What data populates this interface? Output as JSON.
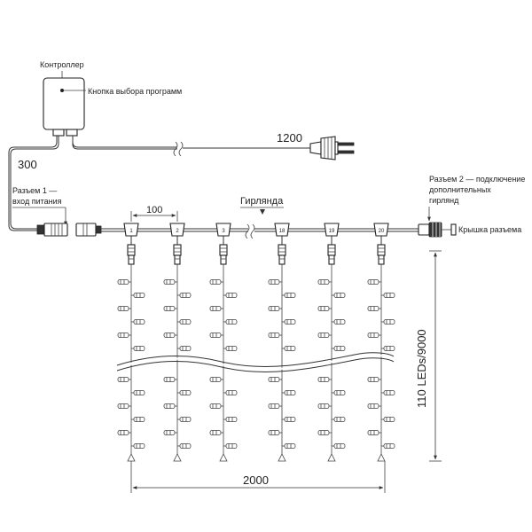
{
  "labels": {
    "controller": "Контроллер",
    "program_button": "Кнопка выбора программ",
    "length_1200": "1200",
    "length_300": "300",
    "connector1_line1": "Разъем 1 —",
    "connector1_line2": "вход питания",
    "length_100": "100",
    "garland": "Гирлянда",
    "connector2_line1": "Разъем 2 — подключение",
    "connector2_line2": "дополнительных",
    "connector2_line3": "гирлянд",
    "connector_cap": "Крышка разъема",
    "height": "110 LEDs/9000",
    "width": "2000"
  },
  "connectors": [
    {
      "num": "1"
    },
    {
      "num": "2"
    },
    {
      "num": "3"
    },
    {
      "num": "18"
    },
    {
      "num": "19"
    },
    {
      "num": "20"
    }
  ],
  "icons": {
    "plug": "power-plug-icon",
    "controller": "controller-box-icon",
    "button": "button-dot-icon"
  }
}
